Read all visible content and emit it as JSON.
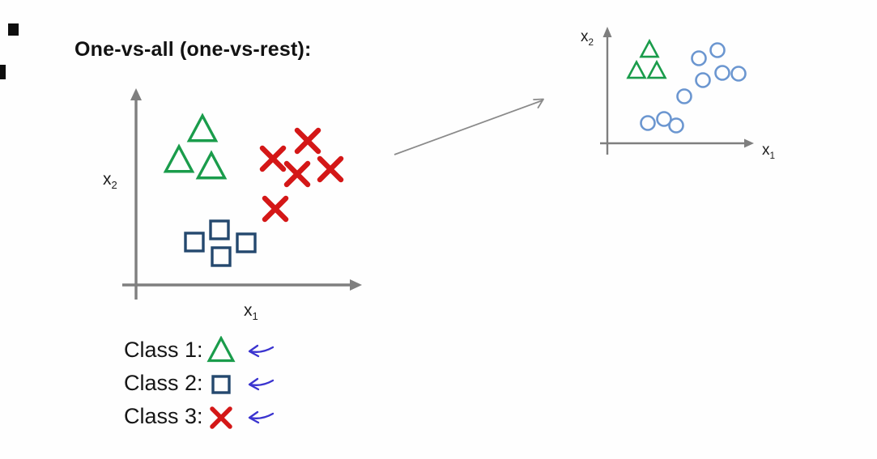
{
  "title": "One-vs-all (one-vs-rest):",
  "colors": {
    "axis": "#7f7f7f",
    "transform_arrow": "#8a8a8a",
    "annotation_ink": "#3a33cf",
    "text": "#141414",
    "class1_green": "#1a9c4b",
    "class2_navy": "#24486e",
    "class3_red": "#d41717",
    "circle_blue": "#6b96d0"
  },
  "left_plot": {
    "xlabel": {
      "base": "x",
      "sub": "1"
    },
    "ylabel": {
      "base": "x",
      "sub": "2"
    },
    "series": [
      {
        "name": "Class 1",
        "marker": "triangle",
        "color": "#1a9c4b",
        "size": 30,
        "stroke": 3.4,
        "points": [
          [
            250,
            161
          ],
          [
            221,
            199
          ],
          [
            261,
            207
          ]
        ]
      },
      {
        "name": "Class 2",
        "marker": "square",
        "color": "#24486e",
        "size": 22,
        "stroke": 3.4,
        "points": [
          [
            240,
            299
          ],
          [
            271,
            284
          ],
          [
            273,
            317
          ],
          [
            304,
            300
          ]
        ]
      },
      {
        "name": "Class 3",
        "marker": "x",
        "color": "#d41717",
        "size": 26,
        "stroke": 6.5,
        "points": [
          [
            337,
            196
          ],
          [
            380,
            174
          ],
          [
            367,
            215
          ],
          [
            408,
            209
          ],
          [
            340,
            258
          ]
        ]
      }
    ]
  },
  "right_plot": {
    "xlabel": {
      "base": "x",
      "sub": "1"
    },
    "ylabel": {
      "base": "x",
      "sub": "2"
    },
    "series": [
      {
        "name": "triangles",
        "marker": "triangle",
        "color": "#1a9c4b",
        "size": 19,
        "stroke": 2.6,
        "points": [
          [
            802,
            62
          ],
          [
            786,
            88
          ],
          [
            811,
            88
          ]
        ]
      },
      {
        "name": "circles",
        "marker": "circle",
        "color": "#6b96d0",
        "size": 17,
        "stroke": 2.6,
        "points": [
          [
            863,
            72
          ],
          [
            886,
            62
          ],
          [
            868,
            99
          ],
          [
            892,
            90
          ],
          [
            912,
            91
          ],
          [
            845,
            119
          ],
          [
            820,
            147
          ],
          [
            800,
            152
          ],
          [
            835,
            155
          ]
        ]
      }
    ]
  },
  "legend": {
    "items": [
      {
        "label": "Class 1:",
        "marker": "triangle",
        "color": "#1a9c4b",
        "size": 27,
        "stroke": 3.2
      },
      {
        "label": "Class 2:",
        "marker": "square",
        "color": "#24486e",
        "size": 20,
        "stroke": 3.4
      },
      {
        "label": "Class 3:",
        "marker": "x",
        "color": "#d41717",
        "size": 22,
        "stroke": 5.5
      }
    ],
    "arrow_color": "#3a33cf"
  }
}
